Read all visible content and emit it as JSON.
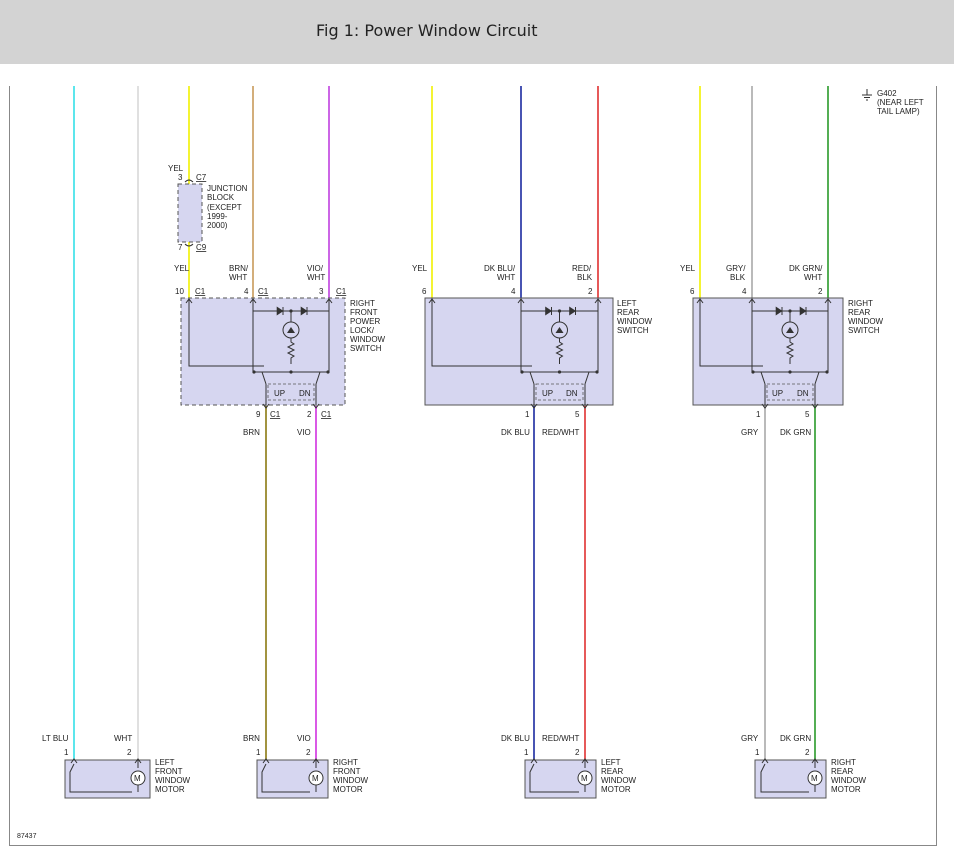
{
  "title": "Fig 1: Power Window Circuit",
  "figure_number": "87437",
  "ground": {
    "id": "G402",
    "line1": "(NEAR LEFT",
    "line2": "TAIL LAMP)"
  },
  "switch_labels": {
    "up": "UP",
    "dn": "DN"
  },
  "junction_block": {
    "l1": "JUNCTION",
    "l2": "BLOCK",
    "l3": "(EXCEPT",
    "l4": "1999-",
    "l5": "2000)",
    "top_pin": "3",
    "top_conn": "C7",
    "bot_pin": "7",
    "bot_conn": "C9",
    "wire": "YEL"
  },
  "switches": [
    {
      "name": [
        "RIGHT",
        "FRONT",
        "POWER",
        "LOCK/",
        "WINDOW",
        "SWITCH"
      ],
      "inputs": [
        {
          "pin": "10",
          "conn": "C1",
          "wire": [
            "YEL"
          ]
        },
        {
          "pin": "4",
          "conn": "C1",
          "wire": [
            "BRN/",
            "WHT"
          ]
        },
        {
          "pin": "3",
          "conn": "C1",
          "wire": [
            "VIO/",
            "WHT"
          ]
        }
      ],
      "outputs": [
        {
          "pin": "9",
          "conn": "C1",
          "wire": "BRN"
        },
        {
          "pin": "2",
          "conn": "C1",
          "wire": "VIO"
        }
      ]
    },
    {
      "name": [
        "LEFT",
        "REAR",
        "WINDOW",
        "SWITCH"
      ],
      "inputs": [
        {
          "pin": "6",
          "conn": "",
          "wire": [
            "YEL"
          ]
        },
        {
          "pin": "4",
          "conn": "",
          "wire": [
            "DK BLU/",
            "WHT"
          ]
        },
        {
          "pin": "2",
          "conn": "",
          "wire": [
            "RED/",
            "BLK"
          ]
        }
      ],
      "outputs": [
        {
          "pin": "1",
          "conn": "",
          "wire": "DK BLU"
        },
        {
          "pin": "5",
          "conn": "",
          "wire": "RED/WHT"
        }
      ]
    },
    {
      "name": [
        "RIGHT",
        "REAR",
        "WINDOW",
        "SWITCH"
      ],
      "inputs": [
        {
          "pin": "6",
          "conn": "",
          "wire": [
            "YEL"
          ]
        },
        {
          "pin": "4",
          "conn": "",
          "wire": [
            "GRY/",
            "BLK"
          ]
        },
        {
          "pin": "2",
          "conn": "",
          "wire": [
            "DK GRN/",
            "WHT"
          ]
        }
      ],
      "outputs": [
        {
          "pin": "1",
          "conn": "",
          "wire": "GRY"
        },
        {
          "pin": "5",
          "conn": "",
          "wire": "DK GRN"
        }
      ]
    }
  ],
  "motors": [
    {
      "name": [
        "LEFT",
        "FRONT",
        "WINDOW",
        "MOTOR"
      ],
      "pins": [
        "1",
        "2"
      ],
      "wires": [
        "LT BLU",
        "WHT"
      ],
      "symbol": "M"
    },
    {
      "name": [
        "RIGHT",
        "FRONT",
        "WINDOW",
        "MOTOR"
      ],
      "pins": [
        "1",
        "2"
      ],
      "wires": [
        "BRN",
        "VIO"
      ],
      "symbol": "M"
    },
    {
      "name": [
        "LEFT",
        "REAR",
        "WINDOW",
        "MOTOR"
      ],
      "pins": [
        "1",
        "2"
      ],
      "wires": [
        "DK BLU",
        "RED/WHT"
      ],
      "symbol": "M"
    },
    {
      "name": [
        "RIGHT",
        "REAR",
        "WINDOW",
        "MOTOR"
      ],
      "pins": [
        "1",
        "2"
      ],
      "wires": [
        "GRY",
        "DK GRN"
      ],
      "symbol": "M"
    }
  ],
  "colors": {
    "lt_blu": "#33e0e8",
    "wht": "#d8d8d8",
    "yel": "#f2f200",
    "brn_wht": "#c89a5a",
    "vio_wht": "#c040e0",
    "dk_blu": "#1a2aa0",
    "red": "#e03030",
    "gry": "#a8a8a8",
    "dk_grn": "#2a9a2a",
    "brn": "#8a7a10",
    "vio": "#d030e0",
    "box_fill": "#d6d6f0"
  }
}
